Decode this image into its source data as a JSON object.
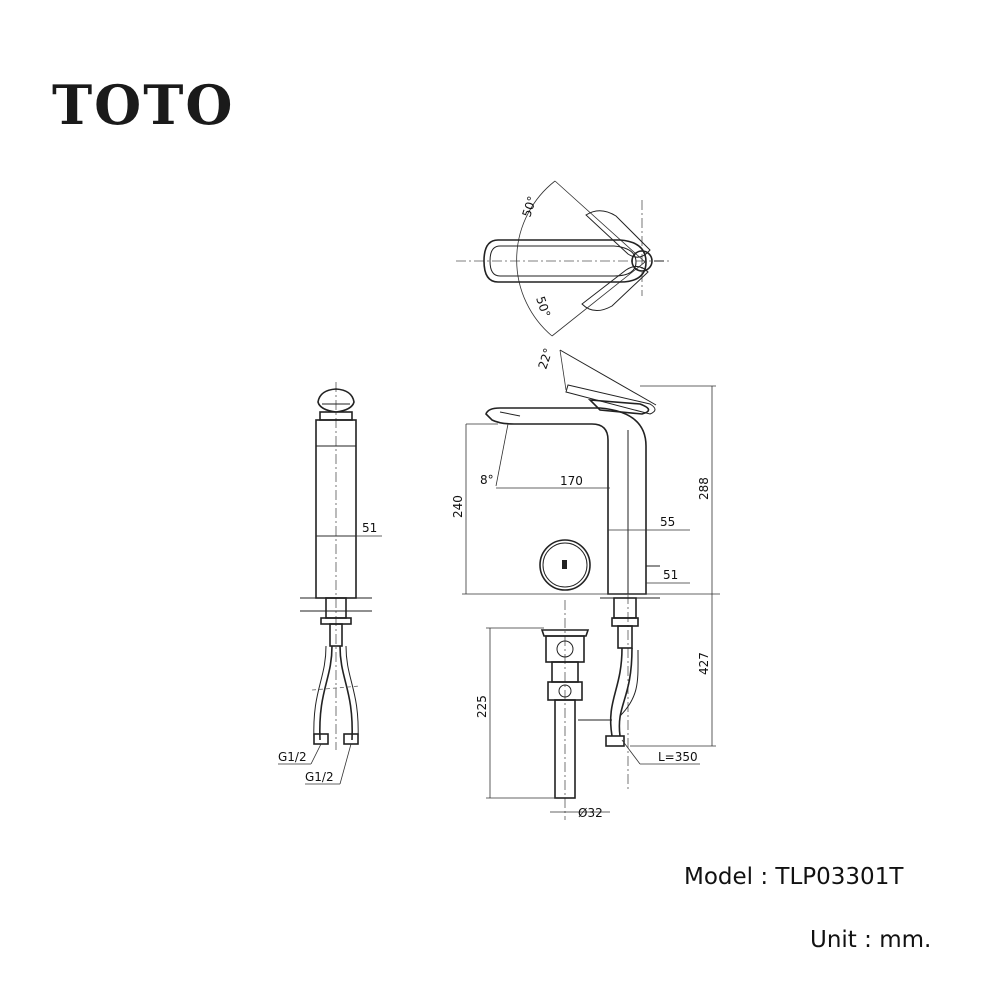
{
  "brand": "TOTO",
  "model_label": "Model : TLP03301T",
  "unit_label": "Unit : mm.",
  "dimensions": {
    "side_body_width": "51",
    "g_half_1": "G1/2",
    "g_half_2": "G1/2",
    "lever_rotation_up": "50°",
    "lever_rotation_down": "50°",
    "lever_tilt": "22°",
    "spout_angle": "8°",
    "spout_reach": "170",
    "total_height": "288",
    "spout_height": "240",
    "body_depth": "55",
    "base_diameter": "51",
    "below_counter": "427",
    "drain_length": "225",
    "hose_length": "L=350",
    "drain_diameter": "Ø32"
  }
}
